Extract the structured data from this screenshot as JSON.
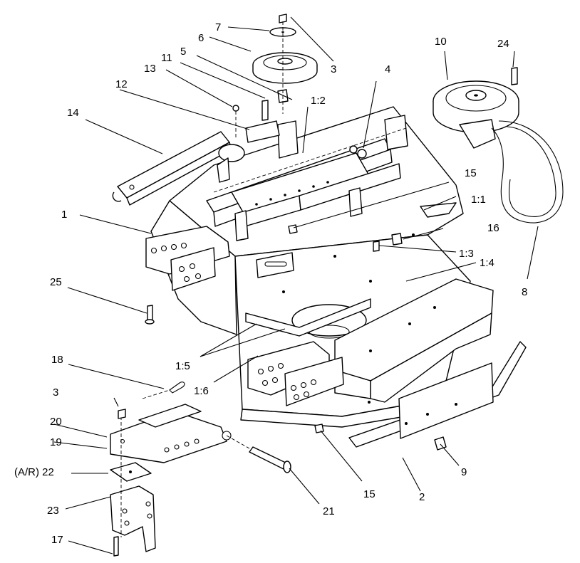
{
  "callouts": {
    "c1": "1",
    "c1_1": "1:1",
    "c1_2": "1:2",
    "c1_3": "1:3",
    "c1_4": "1:4",
    "c1_5": "1:5",
    "c1_6": "1:6",
    "c2": "2",
    "c3a": "3",
    "c3b": "3",
    "c4": "4",
    "c5": "5",
    "c6": "6",
    "c7": "7",
    "c8": "8",
    "c9": "9",
    "c10": "10",
    "c11": "11",
    "c12": "12",
    "c13": "13",
    "c14": "14",
    "c15a": "15",
    "c15b": "15",
    "c16": "16",
    "c17": "17",
    "c18": "18",
    "c19": "19",
    "c20": "20",
    "c21": "21",
    "c22": "(A/R) 22",
    "c23": "23",
    "c24": "24",
    "c25": "25"
  }
}
